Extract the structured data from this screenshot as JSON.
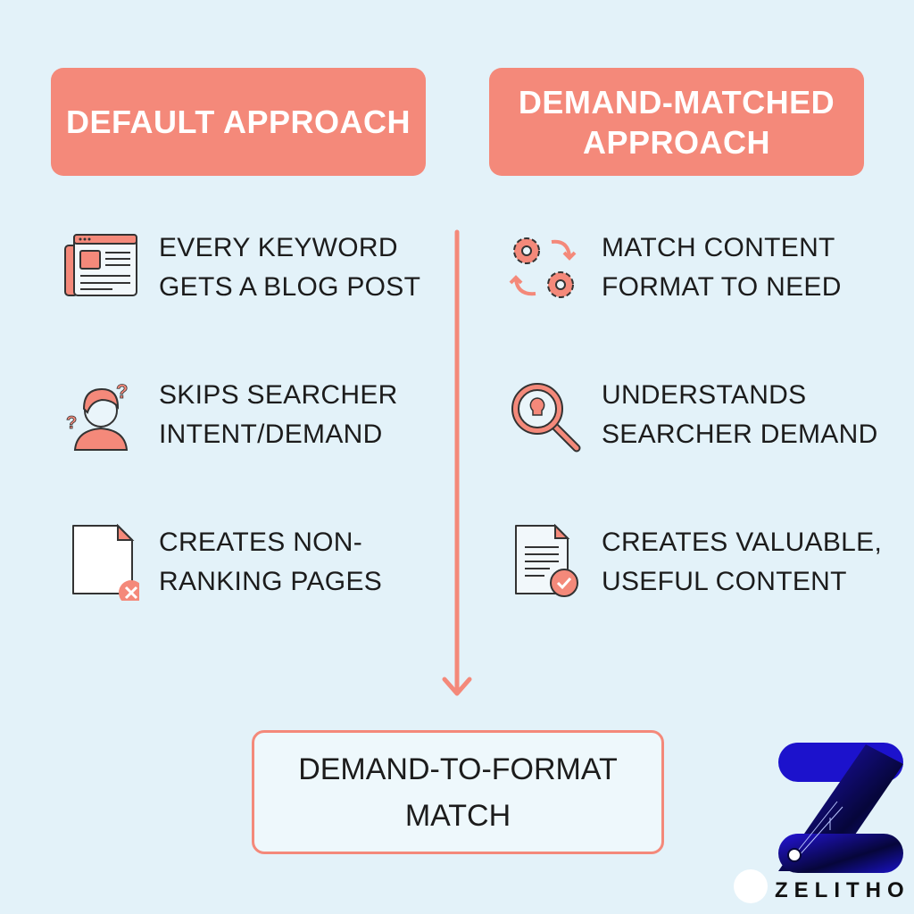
{
  "left": {
    "header": "DEFAULT APPROACH",
    "items": [
      {
        "icon": "newspaper-icon",
        "text": "EVERY KEYWORD\nGETS A BLOG POST"
      },
      {
        "icon": "confused-person-icon",
        "text": "SKIPS SEARCHER\nINTENT/DEMAND"
      },
      {
        "icon": "blank-page-x-icon",
        "text": "CREATES NON-\nRANKING PAGES"
      }
    ]
  },
  "right": {
    "header": "DEMAND-MATCHED\nAPPROACH",
    "items": [
      {
        "icon": "gears-cycle-icon",
        "text": "MATCH CONTENT\nFORMAT TO NEED"
      },
      {
        "icon": "magnifier-lightbulb-icon",
        "text": "UNDERSTANDS\nSEARCHER DEMAND"
      },
      {
        "icon": "document-check-icon",
        "text": "CREATES VALUABLE,\nUSEFUL CONTENT"
      }
    ]
  },
  "result": "DEMAND-TO-FORMAT\nMATCH",
  "logo": {
    "brand": "ZELITHO"
  },
  "colors": {
    "accent": "#f4897a",
    "background": "#e3f2f9",
    "logo": "#1a12c8"
  }
}
